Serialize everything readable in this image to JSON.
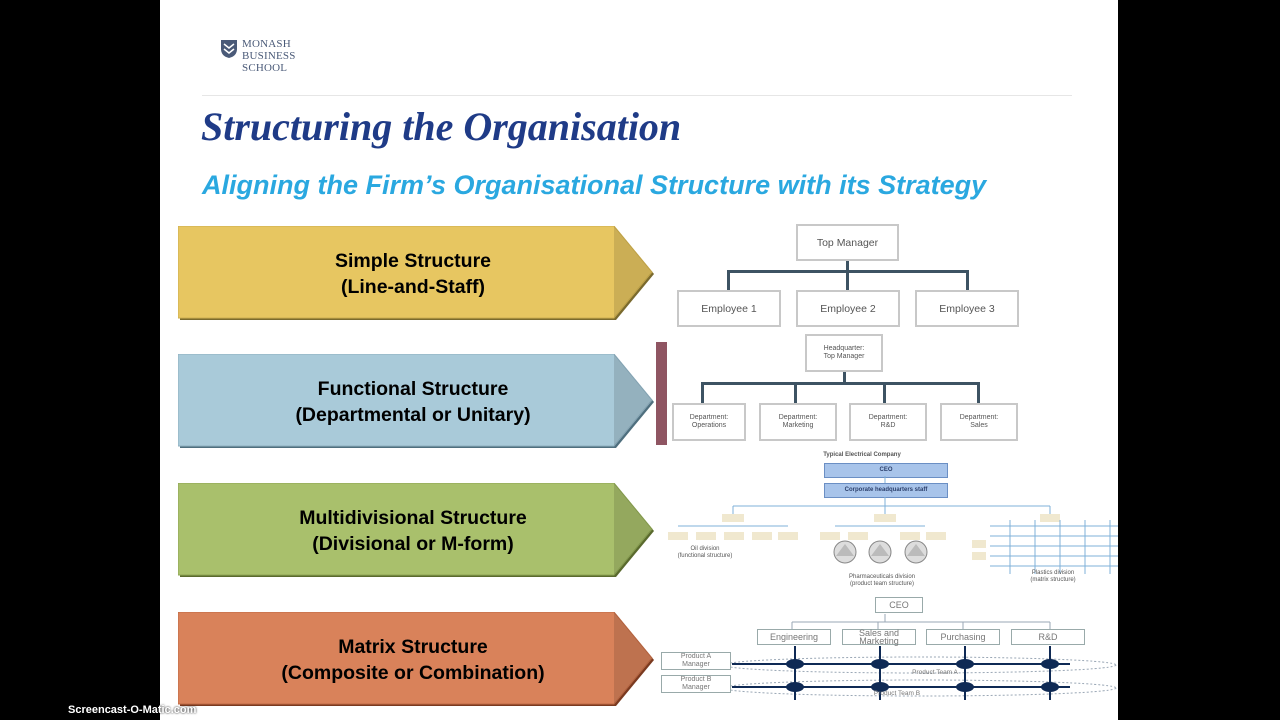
{
  "logo": {
    "line1": "MONASH",
    "line2": "BUSINESS",
    "line3": "SCHOOL"
  },
  "title": "Structuring the Organisation",
  "subtitle": "Aligning the Firm’s Organisational Structure with its Strategy",
  "structures": [
    {
      "line1": "Simple Structure",
      "line2": "(Line-and-Staff)",
      "color": "#e7c661"
    },
    {
      "line1": "Functional Structure",
      "line2": "(Departmental or Unitary)",
      "color": "#a9cad9"
    },
    {
      "line1": "Multidivisional Structure",
      "line2": "(Divisional or M-form)",
      "color": "#a9c06c"
    },
    {
      "line1": "Matrix Structure",
      "line2": "(Composite or Combination)",
      "color": "#d9825a"
    }
  ],
  "simple_chart": {
    "top": "Top Manager",
    "employees": [
      "Employee 1",
      "Employee 2",
      "Employee 3"
    ]
  },
  "functional_chart": {
    "hq_line1": "Headquarter:",
    "hq_line2": "Top Manager",
    "departments": [
      {
        "l1": "Department:",
        "l2": "Operations"
      },
      {
        "l1": "Department:",
        "l2": "Marketing"
      },
      {
        "l1": "Department:",
        "l2": "R&D"
      },
      {
        "l1": "Department:",
        "l2": "Sales"
      }
    ]
  },
  "divisional_chart": {
    "company": "Typical Electrical Company",
    "ceo": "CEO",
    "staff": "Corporate headquarters staff",
    "div1_l1": "Oil division",
    "div1_l2": "(functional structure)",
    "div2_l1": "Pharmaceuticals division",
    "div2_l2": "(product team structure)",
    "div3_l1": "Plastics division",
    "div3_l2": "(matrix structure)"
  },
  "matrix_chart": {
    "ceo": "CEO",
    "functions": [
      "Engineering",
      "Sales and Marketing",
      "Purchasing",
      "R&D"
    ],
    "managers": [
      {
        "l1": "Product A",
        "l2": "Manager"
      },
      {
        "l1": "Product B",
        "l2": "Manager"
      }
    ],
    "teams": [
      "Product Team A",
      "Product Team B"
    ]
  },
  "watermark": "Screencast-O-Matic.com",
  "colors": {
    "title": "#1f3b87",
    "subtitle": "#2aa8e0",
    "side_bar": "#8f5562",
    "matrix_lines": "#0f2a55"
  }
}
